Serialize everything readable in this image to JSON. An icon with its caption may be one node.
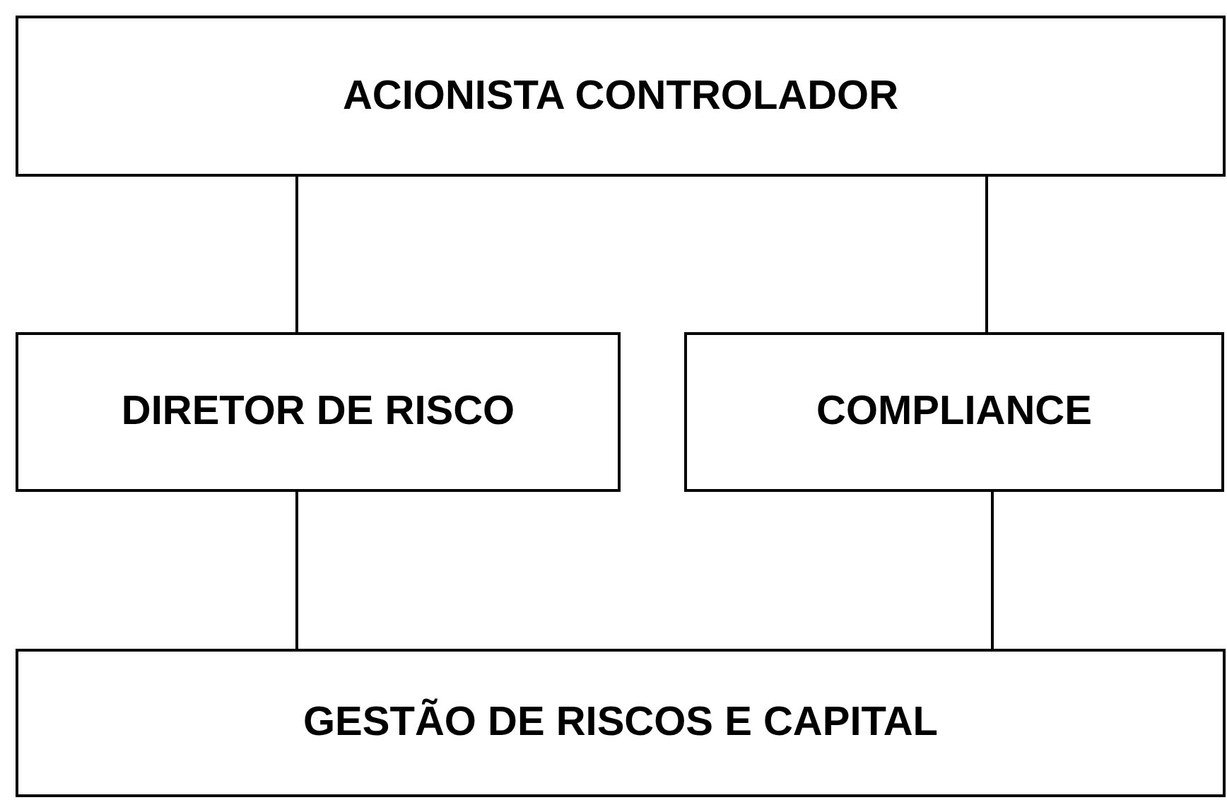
{
  "diagram": {
    "nodes": [
      {
        "text": [
          "ACIONISTA CONTROLADOR"
        ]
      },
      {
        "text": [
          "DIRETOR DE RISCO"
        ]
      },
      {
        "text": [
          "COMPLIANCE"
        ]
      },
      {
        "text": [
          "GESTÃO DE RISCOS E CAPITAL"
        ]
      }
    ],
    "edges": [
      {
        "from": 0,
        "to": 1,
        "arrow": "none"
      },
      {
        "from": 0,
        "to": 2,
        "arrow": "none"
      },
      {
        "from": 1,
        "to": 3,
        "arrow": "none"
      },
      {
        "from": 2,
        "to": 3,
        "arrow": "none"
      }
    ]
  }
}
